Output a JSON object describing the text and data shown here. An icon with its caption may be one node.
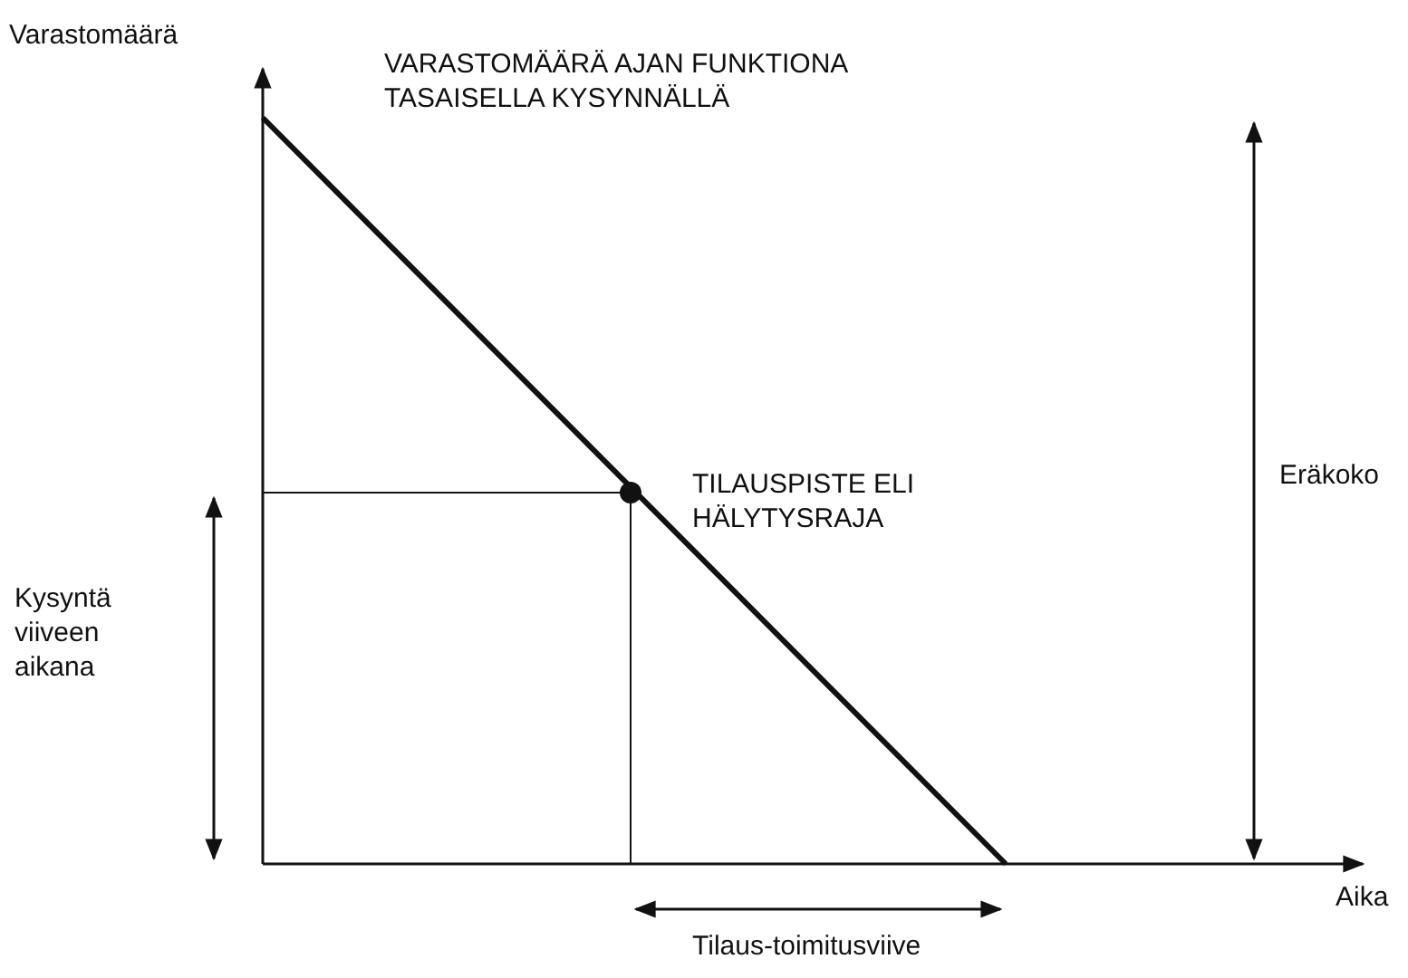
{
  "diagram": {
    "labels": [
      "Varastomäärä",
      "VARASTOMÄÄRÄ AJAN FUNKTIONA TASAISELLA KYSYNNÄLLÄ",
      "TILAUSPISTE ELI HÄLYTYSRAJA",
      "Eräkoko",
      "Kysyntä viiveen aikana",
      "Aika",
      "Tilaus-toimitusviive"
    ]
  }
}
